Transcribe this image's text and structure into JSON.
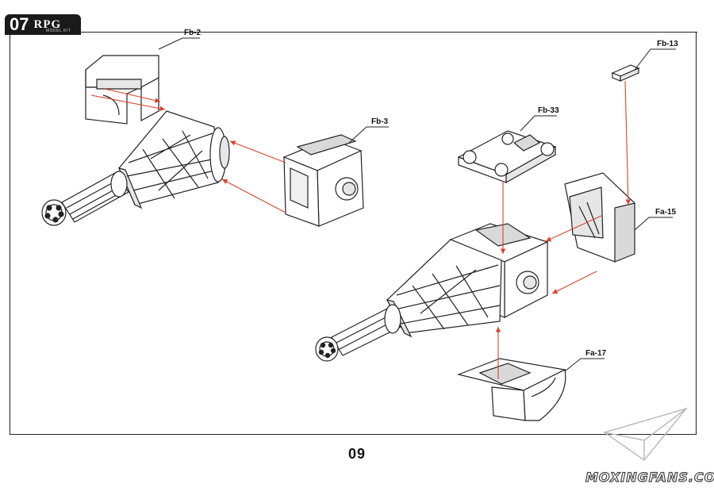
{
  "header": {
    "step_number": "07",
    "brand": "RPG",
    "brand_subtitle": "MODEL KIT"
  },
  "parts": {
    "fb2": "Fb-2",
    "fb3": "Fb-3",
    "fb13": "Fb-13",
    "fb33": "Fb-33",
    "fa15": "Fa-15",
    "fa17": "Fa-17"
  },
  "page_number": "09",
  "watermark": "MOXINGFANS.COM",
  "colors": {
    "line": "#222222",
    "arrow": "#d8442c",
    "part_fill": "#ffffff",
    "shade": "#d9d9d9"
  }
}
